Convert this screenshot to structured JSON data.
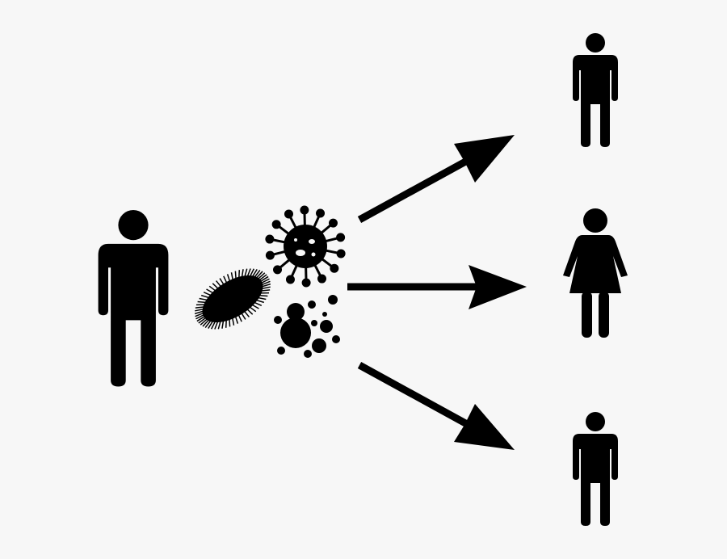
{
  "colors": {
    "background": "#f7f7f7",
    "foreground": "#000000"
  },
  "diagram": {
    "source": {
      "type": "man"
    },
    "pathogens": [
      "bacterium",
      "virus",
      "spores"
    ],
    "targets": [
      {
        "type": "man"
      },
      {
        "type": "woman"
      },
      {
        "type": "man"
      }
    ],
    "connector": "arrow"
  }
}
